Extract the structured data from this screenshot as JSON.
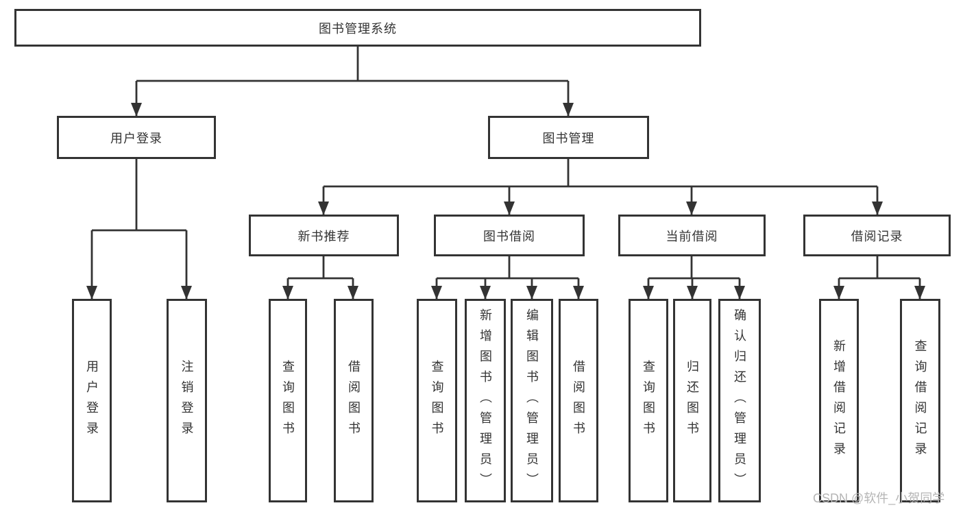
{
  "colors": {
    "line": "#333333",
    "bg": "#ffffff",
    "text": "#333333",
    "watermark": "#b5b5b5"
  },
  "watermark": {
    "text": "CSDN @软件_小贺同学"
  },
  "diagram": {
    "type": "hierarchy",
    "root": {
      "label": "图书管理系统"
    },
    "level2": [
      {
        "label": "用户登录"
      },
      {
        "label": "图书管理"
      }
    ],
    "level3": [
      {
        "label": "新书推荐",
        "parent": "图书管理"
      },
      {
        "label": "图书借阅",
        "parent": "图书管理"
      },
      {
        "label": "当前借阅",
        "parent": "图书管理"
      },
      {
        "label": "借阅记录",
        "parent": "图书管理"
      }
    ],
    "leaves": {
      "user_login": [
        "用户登录",
        "注销登录"
      ],
      "new_book_recommend": [
        "查询图书",
        "借阅图书"
      ],
      "book_borrow": [
        "查询图书",
        "新增图书（管理员）",
        "编辑图书（管理员）",
        "借阅图书"
      ],
      "current_borrow": [
        "查询图书",
        "归还图书",
        "确认归还（管理员）"
      ],
      "borrow_record": [
        "新增借阅记录",
        "查询借阅记录"
      ]
    }
  }
}
